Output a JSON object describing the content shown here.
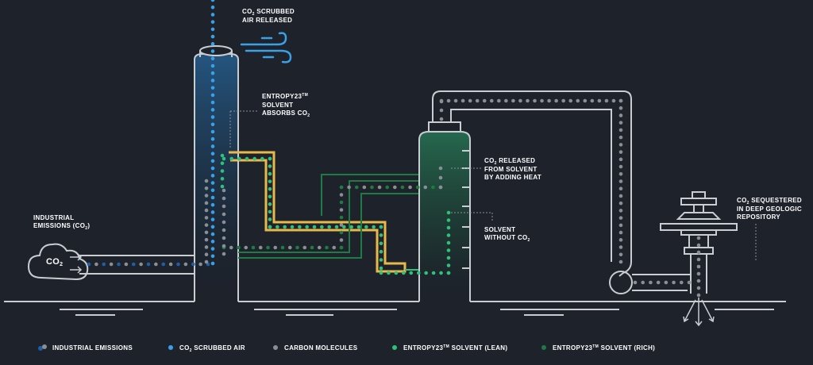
{
  "colors": {
    "background": "#1d222b",
    "outline": "#c9ccd1",
    "scrubbed_air": "#3aa0e8",
    "industrial_emissions": "#1d5fa8",
    "carbon": "#8a8f96",
    "lean_solvent": "#2fc07a",
    "rich_solvent": "#1f7a44",
    "warm_loop": "#e9b84a"
  },
  "labels": {
    "scrubbed_air": [
      "CO",
      "2",
      " SCRUBBED",
      "AIR RELEASED"
    ],
    "absorbs": [
      "ENTROPY23",
      "TM",
      "SOLVENT",
      "ABSORBS CO",
      "2"
    ],
    "industrial": [
      "INDUSTRIAL",
      "EMISSIONS (CO",
      "2",
      ")"
    ],
    "cloud": [
      "CO",
      "2"
    ],
    "released": [
      "CO",
      "2",
      " RELEASED",
      "FROM SOLVENT",
      "BY ADDING HEAT"
    ],
    "without": [
      "SOLVENT",
      "WITHOUT CO",
      "2"
    ],
    "sequestered": [
      "CO",
      "2",
      " SEQUESTERED",
      "IN DEEP GEOLOGIC",
      "REPOSITORY"
    ]
  },
  "legend": [
    {
      "text": "INDUSTRIAL EMISSIONS",
      "icon": "two-tone-dot"
    },
    {
      "text_a": "CO",
      "sub": "2",
      "text_b": " SCRUBBED AIR",
      "icon": "dot"
    },
    {
      "text": "CARBON MOLECULES",
      "icon": "dot"
    },
    {
      "text_a": "ENTROPY23",
      "sup": "TM",
      "text_b": " SOLVENT (LEAN)",
      "icon": "dot"
    },
    {
      "text_a": "ENTROPY23",
      "sup": "TM",
      "text_b": " SOLVENT (RICH)",
      "icon": "dot"
    }
  ]
}
